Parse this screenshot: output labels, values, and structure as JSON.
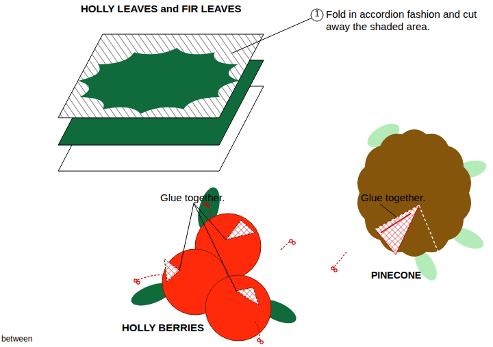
{
  "diagram": {
    "title": "HOLLY LEAVES and FIR LEAVES",
    "labels": [
      "1",
      "Fold in accordion fashion and cut away the shaded area.",
      "Glue together.",
      "Glue together.",
      "PINECONE",
      "HOLLY BERRIES",
      "between"
    ]
  }
}
